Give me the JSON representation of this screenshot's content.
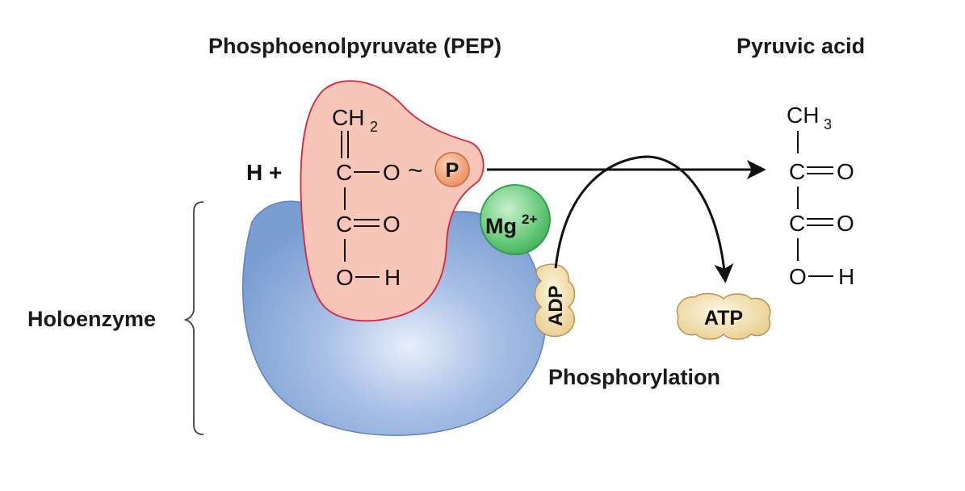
{
  "titles": {
    "pep": "Phosphoenolpyruvate (PEP)",
    "pyruvic": "Pyruvic acid"
  },
  "labels": {
    "holoenzyme": "Holoenzyme",
    "phosphorylation": "Phosphorylation",
    "h_plus": "H +"
  },
  "pep_molecule": {
    "ch": "CH",
    "ch_sub": "2",
    "c1": "C",
    "o_link": "O",
    "tilde": "~",
    "phosphate": "P",
    "c2": "C",
    "o_double": "O",
    "o_h": "O",
    "h": "H"
  },
  "pyruvic_molecule": {
    "ch": "CH",
    "ch_sub": "3",
    "c1": "C",
    "o1": "O",
    "c2": "C",
    "o2": "O",
    "o_h": "O",
    "h": "H"
  },
  "cofactors": {
    "mg": "Mg",
    "mg_charge": "2+",
    "adp": "ADP",
    "atp": "ATP"
  },
  "colors": {
    "enzyme": "#7b9fd3",
    "pep_fill": "#f7c6b8",
    "pep_stroke": "#d8253a",
    "phosphate": "#ee9a6b",
    "mg": "#58c26c",
    "nucleotide": "#efd9a0"
  }
}
